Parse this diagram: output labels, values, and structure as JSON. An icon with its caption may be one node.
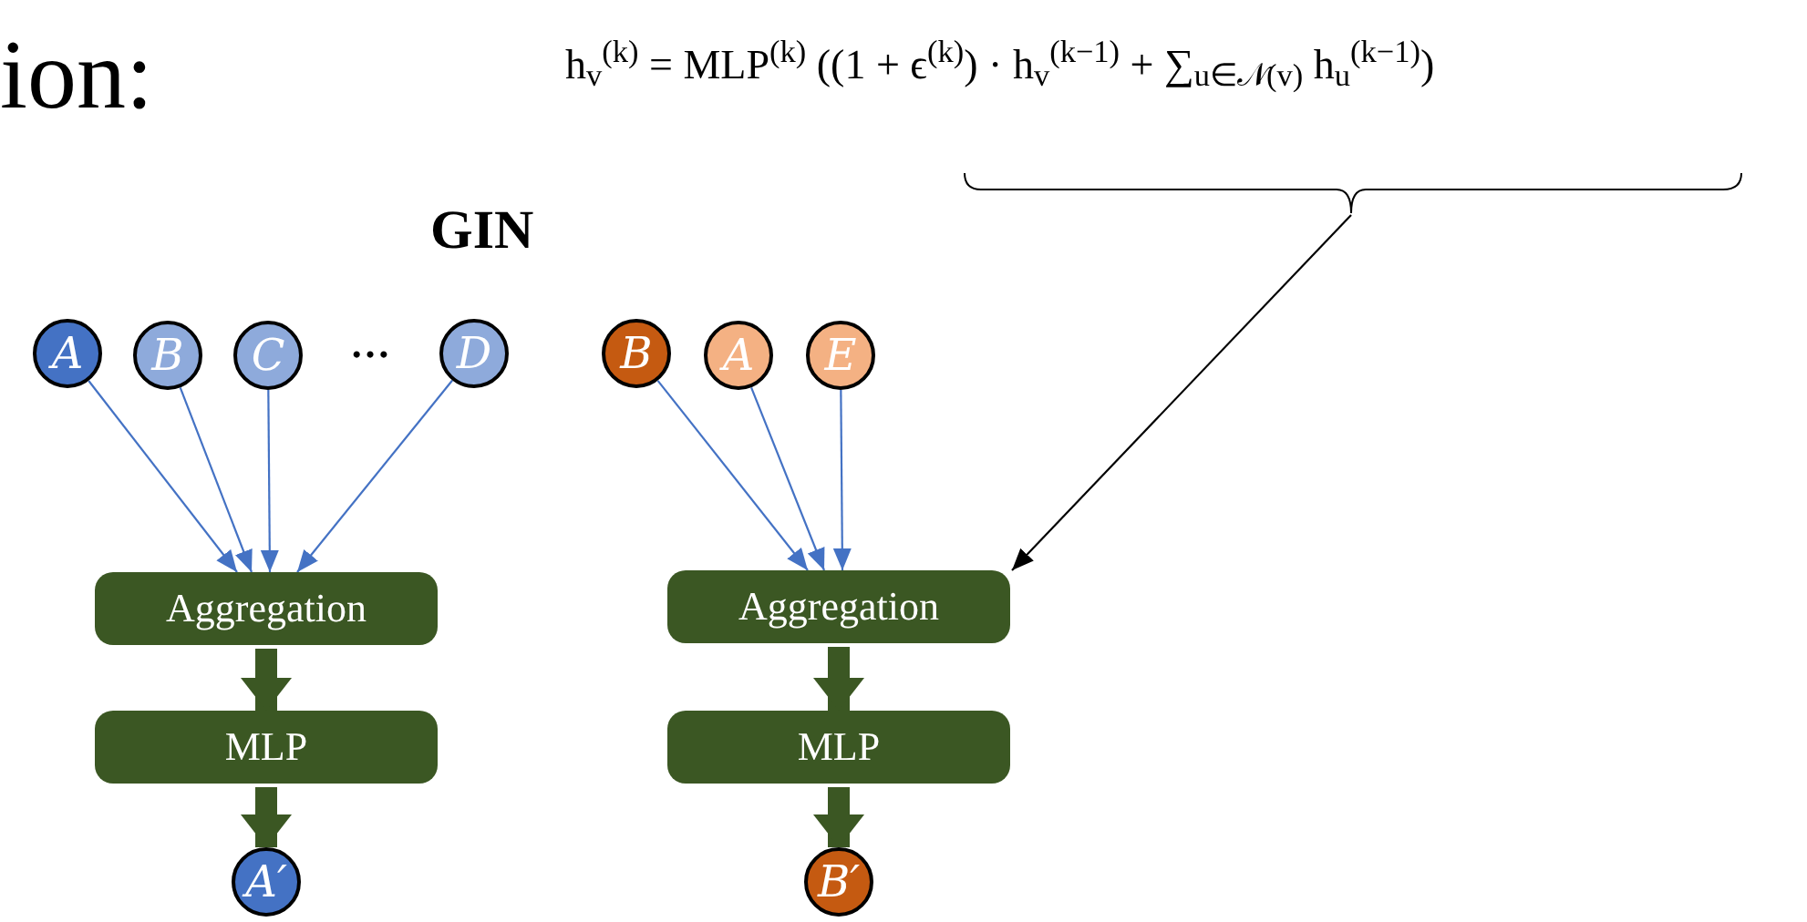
{
  "diagram": {
    "nodes": [
      {
        "text": [
          "A"
        ]
      },
      {
        "text": [
          "B"
        ]
      },
      {
        "text": [
          "C"
        ]
      },
      {
        "text": [
          "D"
        ]
      },
      {
        "text": [
          "Aggregation"
        ]
      },
      {
        "text": [
          "MLP"
        ]
      },
      {
        "text": [
          "A′"
        ]
      },
      {
        "text": [
          "B"
        ]
      },
      {
        "text": [
          "A"
        ]
      },
      {
        "text": [
          "E"
        ]
      },
      {
        "text": [
          "Aggregation"
        ]
      },
      {
        "text": [
          "MLP"
        ]
      },
      {
        "text": [
          "B′"
        ]
      },
      {
        "text": [
          "h$_{v}$$^{(k)}$ = MLP$^{(k)}$ ((1 + ϵ$^{(k)}$) · h$_{v}$$^{(k−1)}$ + ∑$_{u∈𝒩(v)}$ h$_{u}$$^{(k−1)}$)"
        ]
      }
    ],
    "edges": [
      {
        "from": 0,
        "to": 4,
        "arrow": "to"
      },
      {
        "from": 1,
        "to": 4,
        "arrow": "to"
      },
      {
        "from": 2,
        "to": 4,
        "arrow": "to"
      },
      {
        "from": 3,
        "to": 4,
        "arrow": "to"
      },
      {
        "from": 4,
        "to": 5,
        "arrow": "to",
        "style": "thick",
        "color": "#3b5723"
      },
      {
        "from": 5,
        "to": 6,
        "arrow": "to",
        "style": "thick",
        "color": "#3b5723"
      },
      {
        "from": 7,
        "to": 10,
        "arrow": "to"
      },
      {
        "from": 8,
        "to": 10,
        "arrow": "to"
      },
      {
        "from": 9,
        "to": 10,
        "arrow": "to"
      },
      {
        "from": 10,
        "to": 11,
        "arrow": "to",
        "style": "thick",
        "color": "#3b5723"
      },
      {
        "from": 11,
        "to": 12,
        "arrow": "to",
        "style": "thick",
        "color": "#3b5723"
      },
      {
        "from": 13,
        "to": 10,
        "arrow": "to",
        "color": "#000000"
      }
    ],
    "labels": [
      "ion:",
      "GIN",
      "…"
    ]
  }
}
